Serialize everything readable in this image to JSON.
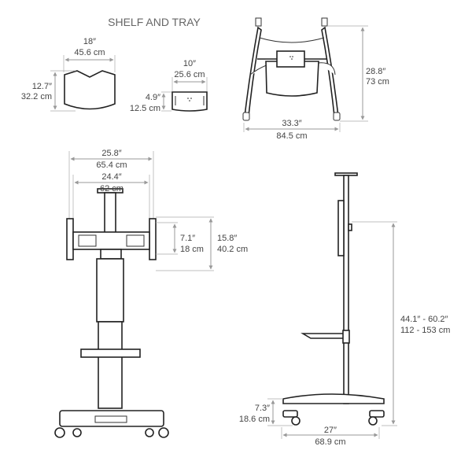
{
  "title": "SHELF AND TRAY",
  "shelf": {
    "width_in": "18″",
    "width_cm": "45.6 cm",
    "depth_in": "12.7″",
    "depth_cm": "32.2 cm"
  },
  "tray": {
    "width_in": "10″",
    "width_cm": "25.6 cm",
    "depth_in": "4.9″",
    "depth_cm": "12.5 cm"
  },
  "top_view": {
    "depth_in": "28.8″",
    "depth_cm": "73 cm",
    "width_in": "33.3″",
    "width_cm": "84.5 cm"
  },
  "front_view": {
    "bracket_outer_in": "25.8″",
    "bracket_outer_cm": "65.4 cm",
    "bracket_inner_in": "24.4″",
    "bracket_inner_cm": "62 cm",
    "vesa_inner_in": "7.1″",
    "vesa_inner_cm": "18 cm",
    "vesa_outer_in": "15.8″",
    "vesa_outer_cm": "40.2 cm"
  },
  "side_view": {
    "height_in": "44.1″ - 60.2″",
    "height_cm": "112 - 153 cm",
    "base_height_in": "7.3″",
    "base_height_cm": "18.6 cm",
    "base_depth_in": "27″",
    "base_depth_cm": "68.9 cm"
  }
}
